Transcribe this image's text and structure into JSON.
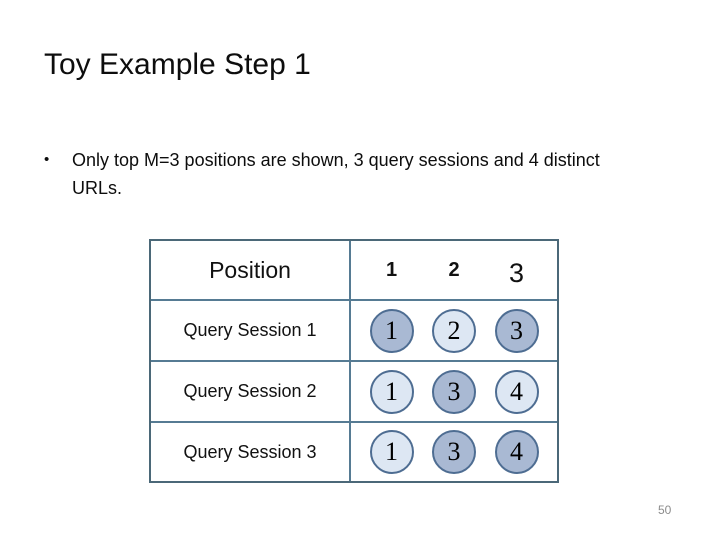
{
  "slide": {
    "title": "Toy Example Step 1"
  },
  "content": {
    "bullet_char": "•",
    "bullet_text": "Only top M=3 positions are shown, 3 query sessions and 4 distinct URLs."
  },
  "table": {
    "header": "Position",
    "position_columns": [
      "1",
      "2",
      "3"
    ],
    "rows": [
      {
        "label": "Query Session 1",
        "cells": [
          {
            "value": "1",
            "shade": "medium"
          },
          {
            "value": "2",
            "shade": "light"
          },
          {
            "value": "3",
            "shade": "medium"
          }
        ]
      },
      {
        "label": "Query Session 2",
        "cells": [
          {
            "value": "1",
            "shade": "light"
          },
          {
            "value": "3",
            "shade": "medium"
          },
          {
            "value": "4",
            "shade": "light"
          }
        ]
      },
      {
        "label": "Query Session 3",
        "cells": [
          {
            "value": "1",
            "shade": "light"
          },
          {
            "value": "3",
            "shade": "medium"
          },
          {
            "value": "4",
            "shade": "medium"
          }
        ]
      }
    ]
  },
  "footer": {
    "page_number": "50"
  },
  "colors": {
    "table_border": "#567b93",
    "circle_border": "#4e6d92",
    "circle_fill_light": "#dde7f3",
    "circle_fill_medium": "#a9b9d3",
    "page_number_text": "#8c8c8c"
  }
}
